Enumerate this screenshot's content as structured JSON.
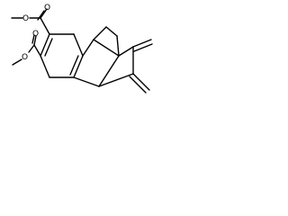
{
  "molecule": {
    "atom_labels": {
      "o_carbonyl_top": "O",
      "o_ester_top": "O",
      "o_carbonyl_bottom": "O",
      "o_ester_bottom": "O"
    }
  },
  "colors": {
    "bond": "#000000",
    "background": "#ffffff"
  }
}
